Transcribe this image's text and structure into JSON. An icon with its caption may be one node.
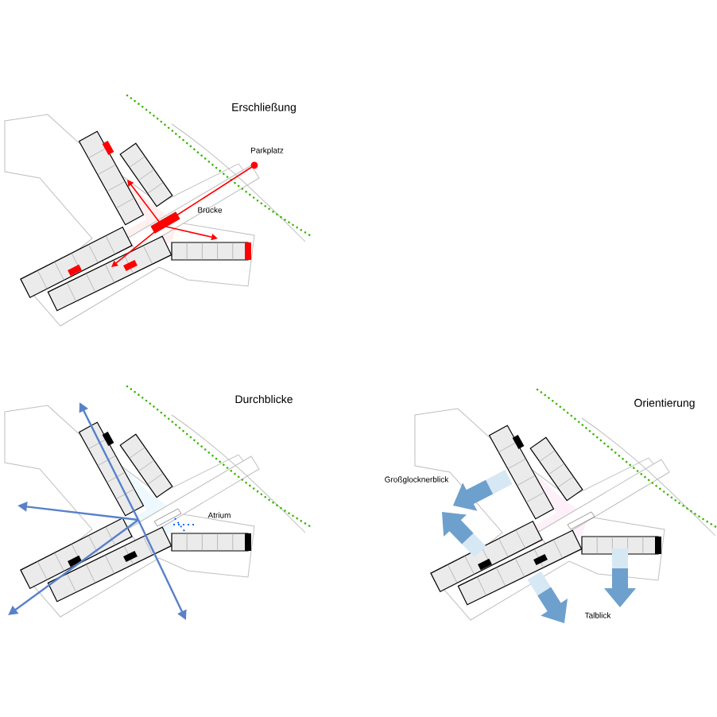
{
  "diagram": {
    "labels": [
      "Erschließung",
      "Parkplatz",
      "Brücke",
      "Durchblicke",
      "Atrium",
      "Orientierung",
      "Großglocknerblick",
      "Talblick"
    ]
  }
}
